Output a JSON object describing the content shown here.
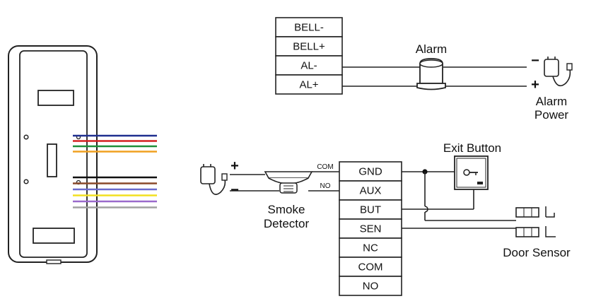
{
  "alarm_terminals": [
    "BELL-",
    "BELL+",
    "AL-",
    "AL+"
  ],
  "main_terminals": [
    "GND",
    "AUX",
    "BUT",
    "SEN",
    "NC",
    "COM",
    "NO"
  ],
  "labels": {
    "alarm": "Alarm",
    "alarm_power_line1": "Alarm",
    "alarm_power_line2": "Power",
    "exit_button": "Exit Button",
    "smoke_detector_line1": "Smoke",
    "smoke_detector_line2": "Detector",
    "door_sensor": "Door Sensor",
    "detector_com": "COM",
    "detector_no": "NO",
    "minus": "−",
    "plus": "+"
  },
  "wire_colors": {
    "upper": [
      "#1f2f8f",
      "#d42020",
      "#1f8f3a",
      "#f0a020"
    ],
    "lower": [
      "#111111",
      "#8a4a2a",
      "#6a6acc",
      "#f2e020",
      "#9a6acc",
      "#a0a0a0"
    ]
  }
}
